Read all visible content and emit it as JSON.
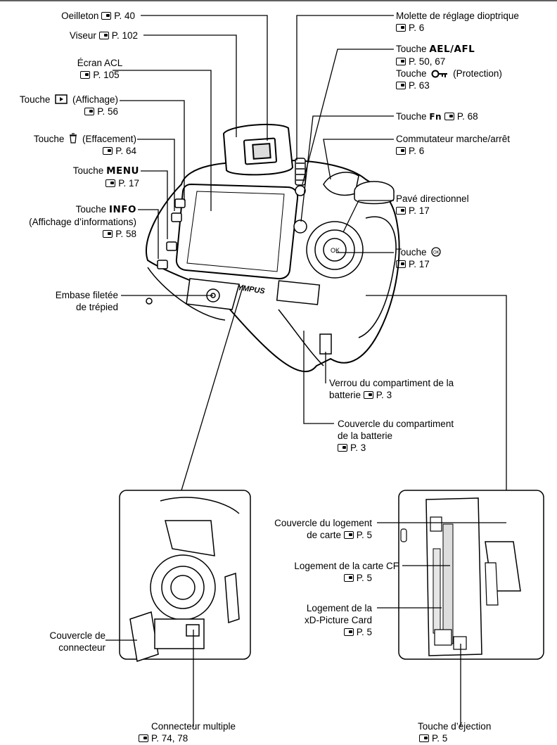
{
  "ref_symbol": "reference-hand-icon",
  "labels": {
    "oeilleton": {
      "text": "Oeilleton",
      "page": "P. 40"
    },
    "viseur": {
      "text": "Viseur",
      "page": "P. 102"
    },
    "ecran": {
      "text": "Écran ACL",
      "page": "P. 105"
    },
    "affichage": {
      "pre": "Touche",
      "post": "(Affichage)",
      "page": "P. 56"
    },
    "effacement": {
      "pre": "Touche",
      "post": "(Effacement)",
      "page": "P. 64"
    },
    "menu": {
      "pre": "Touche",
      "key": "MENU",
      "page": "P. 17"
    },
    "info": {
      "pre": "Touche",
      "key": "INFO",
      "line2": "(Affichage d’informations)",
      "page": "P. 58"
    },
    "embase": {
      "line1": "Embase filetée",
      "line2": "de trépied"
    },
    "molette": {
      "text": "Molette de réglage dioptrique",
      "page": "P. 6"
    },
    "ael": {
      "pre": "Touche",
      "key": "AEL/AFL",
      "page": "P. 50, 67",
      "pre2": "Touche",
      "post2": "(Protection)",
      "page2": "P. 63"
    },
    "fn": {
      "pre": "Touche",
      "key": "Fn",
      "page": "P. 68"
    },
    "commutateur": {
      "text": "Commutateur marche/arrêt",
      "page": "P. 6"
    },
    "pave": {
      "text": "Pavé directionnel",
      "page": "P. 17"
    },
    "ok": {
      "pre": "Touche",
      "page": "P. 17"
    },
    "verrou": {
      "line1": "Verrou du compartiment de la",
      "line2": "batterie",
      "page": "P. 3"
    },
    "couvercle_batt": {
      "line1": "Couvercle du compartiment",
      "line2": "de la batterie",
      "page": "P. 3"
    },
    "couvercle_connecteur": {
      "line1": "Couvercle de",
      "line2": "connecteur"
    },
    "connecteur_multiple": {
      "line1": "Connecteur multiple",
      "page": "P. 74, 78"
    },
    "couvercle_logement": {
      "line1": "Couvercle du logement",
      "line2": "de carte",
      "page": "P. 5"
    },
    "logement_cf": {
      "line1": "Logement de la carte CF",
      "page": "P. 5"
    },
    "logement_xd": {
      "line1": "Logement de la",
      "line2": "xD-Picture Card",
      "page": "P. 5"
    },
    "ejection": {
      "line1": "Touche d’éjection",
      "page": "P. 5"
    }
  },
  "camera": {
    "brand": "OLYMPUS"
  }
}
